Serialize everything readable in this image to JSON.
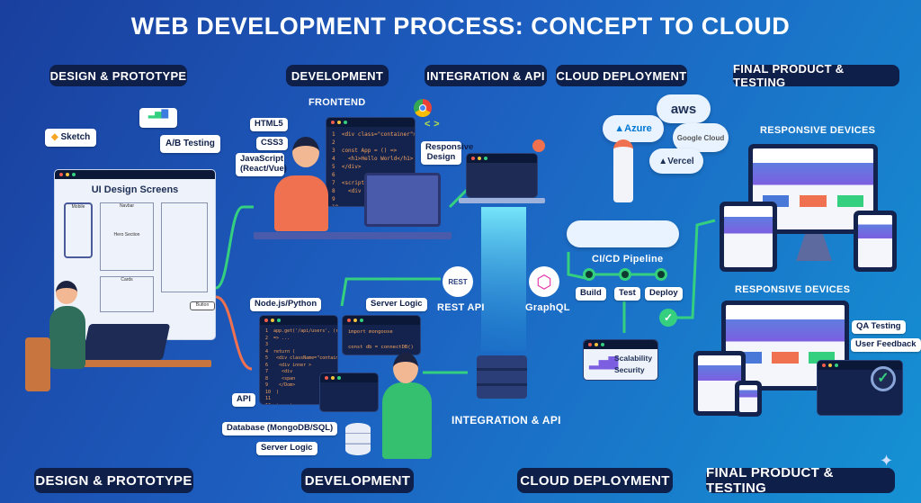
{
  "title": "WEB DEVELOPMENT PROCESS: CONCEPT TO CLOUD",
  "top_sections": [
    "DESIGN & PROTOTYPE",
    "DEVELOPMENT",
    "INTEGRATION & API",
    "CLOUD DEPLOYMENT",
    "FINAL PRODUCT & TESTING"
  ],
  "bottom_sections": [
    "DESIGN & PROTOTYPE",
    "DEVELOPMENT",
    "CLOUD DEPLOYMENT",
    "FINAL PRODUCT & TESTING"
  ],
  "design": {
    "sketch": "Sketch",
    "ab_testing": "A/B Testing",
    "screens_title": "UI Design Screens",
    "mobile": "Mobile",
    "navbar": "Navbar",
    "hero": "Hero Section",
    "cards": "Cards",
    "button": "Button"
  },
  "frontend": {
    "title": "FRONTEND",
    "html": "HTML5",
    "css": "CSS3",
    "js": "JavaScript (React/Vue)",
    "responsive": "Responsive Design",
    "code": "1  <div class=\"container\">\n2\n3  const App = () =>\n4    <h1>Hello World</h1>\n5  </div>\n6\n7  <script>\n8    <div\n9\n10\n11   </div>\n12 </div>"
  },
  "backend": {
    "node": "Node.js/Python",
    "server_logic": "Server Logic",
    "api": "API",
    "database": "Database (MongoDB/SQL)",
    "server_logic2": "Server Logic",
    "code": "1  app.get('/api/users', (req, res)\n2  => ...\n3\n4  return (\n5   <div className=\"container\">\n6    <div inner >\n7     <div\n8     <span\n9    </Dom>\n10  )\n11\n12  import mongoose\n13  <div>\n14 </div>",
    "code2": "import mongoose\n\nconst db = connectDB()"
  },
  "integration": {
    "rest": "REST API",
    "graphql": "GraphQL",
    "label": "INTEGRATION & API",
    "rest_badge": "REST"
  },
  "cloud": {
    "aws": "aws",
    "azure": "Azure",
    "google": "Google Cloud",
    "vercel": "Vercel",
    "pipeline": "CI/CD Pipeline",
    "steps": [
      "Build",
      "Test",
      "Deploy"
    ],
    "scalability": "Scalability",
    "security": "Security"
  },
  "final": {
    "devices1": "RESPONSIVE DEVICES",
    "devices2": "RESPONSIVE DEVICES",
    "qa": "QA Testing",
    "feedback": "User Feedback"
  },
  "colors": {
    "accent_green": "#35d07f",
    "accent_orange": "#f0714f",
    "navy": "#0e1f4a"
  }
}
